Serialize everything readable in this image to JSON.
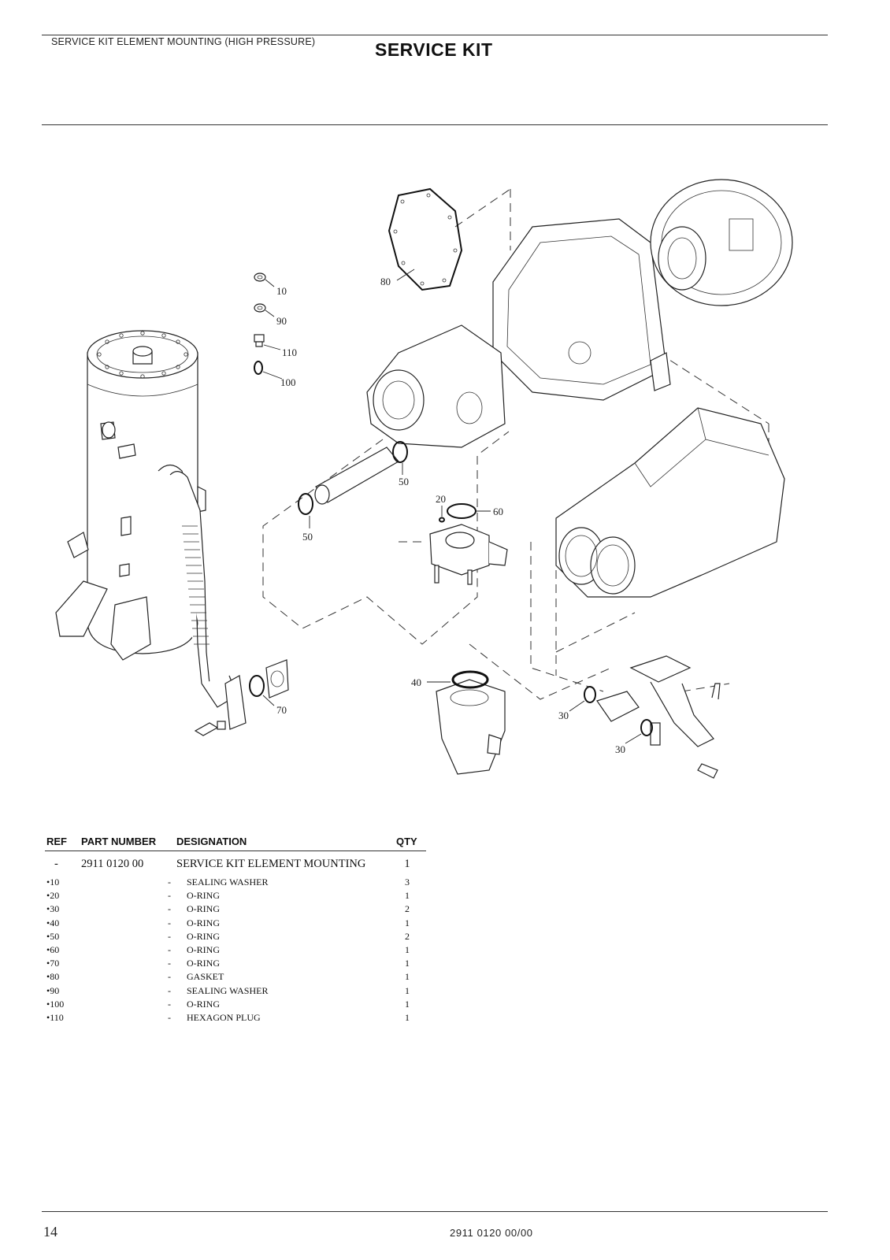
{
  "header": {
    "subtitle": "SERVICE KIT ELEMENT MOUNTING (HIGH PRESSURE)",
    "title": "SERVICE KIT"
  },
  "drawing": {
    "callouts": [
      "10",
      "90",
      "110",
      "100",
      "80",
      "50",
      "50",
      "20",
      "60",
      "40",
      "30",
      "30",
      "70"
    ]
  },
  "table": {
    "headers": {
      "ref": "REF",
      "part_number": "PART NUMBER",
      "designation": "DESIGNATION",
      "qty": "QTY"
    },
    "main": {
      "ref": "-",
      "part_number": "2911 0120 00",
      "designation": "SERVICE KIT ELEMENT MOUNTING",
      "qty": "1"
    },
    "rows": [
      {
        "ref": "•10",
        "part_number": "-",
        "designation": "SEALING WASHER",
        "qty": "3"
      },
      {
        "ref": "•20",
        "part_number": "-",
        "designation": "O-RING",
        "qty": "1"
      },
      {
        "ref": "•30",
        "part_number": "-",
        "designation": "O-RING",
        "qty": "2"
      },
      {
        "ref": "•40",
        "part_number": "-",
        "designation": "O-RING",
        "qty": "1"
      },
      {
        "ref": "•50",
        "part_number": "-",
        "designation": "O-RING",
        "qty": "2"
      },
      {
        "ref": "•60",
        "part_number": "-",
        "designation": "O-RING",
        "qty": "1"
      },
      {
        "ref": "•70",
        "part_number": "-",
        "designation": "O-RING",
        "qty": "1"
      },
      {
        "ref": "•80",
        "part_number": "-",
        "designation": "GASKET",
        "qty": "1"
      },
      {
        "ref": "•90",
        "part_number": "-",
        "designation": "SEALING WASHER",
        "qty": "1"
      },
      {
        "ref": "•100",
        "part_number": "-",
        "designation": "O-RING",
        "qty": "1"
      },
      {
        "ref": "•110",
        "part_number": "-",
        "designation": "HEXAGON PLUG",
        "qty": "1"
      }
    ]
  },
  "footer": {
    "page_number": "14",
    "doc_number": "2911 0120 00/00"
  }
}
